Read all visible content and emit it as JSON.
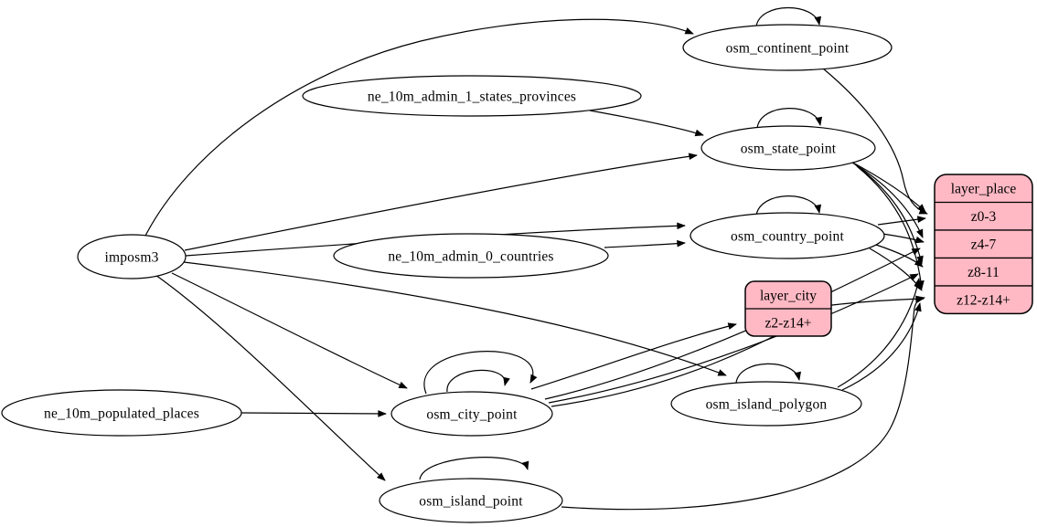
{
  "diagram": {
    "description": "ETL dependency graph for place layers",
    "colors": {
      "node_fill": "#ffffff",
      "node_stroke": "#000000",
      "edge_color": "#000000",
      "layer_fill": "#ffb9c4",
      "layer_stroke": "#000000"
    },
    "nodes": [
      {
        "id": "imposm3",
        "kind": "ellipse",
        "label": "imposm3"
      },
      {
        "id": "ne_10m_admin_1_states_provinces",
        "kind": "ellipse",
        "label": "ne_10m_admin_1_states_provinces"
      },
      {
        "id": "ne_10m_admin_0_countries",
        "kind": "ellipse",
        "label": "ne_10m_admin_0_countries"
      },
      {
        "id": "ne_10m_populated_places",
        "kind": "ellipse",
        "label": "ne_10m_populated_places"
      },
      {
        "id": "osm_continent_point",
        "kind": "ellipse",
        "label": "osm_continent_point"
      },
      {
        "id": "osm_state_point",
        "kind": "ellipse",
        "label": "osm_state_point"
      },
      {
        "id": "osm_country_point",
        "kind": "ellipse",
        "label": "osm_country_point"
      },
      {
        "id": "osm_city_point",
        "kind": "ellipse",
        "label": "osm_city_point"
      },
      {
        "id": "osm_island_polygon",
        "kind": "ellipse",
        "label": "osm_island_polygon"
      },
      {
        "id": "osm_island_point",
        "kind": "ellipse",
        "label": "osm_island_point"
      },
      {
        "id": "layer_city",
        "kind": "record",
        "title": "layer_city",
        "rows": [
          "z2-z14+"
        ]
      },
      {
        "id": "layer_place",
        "kind": "record",
        "title": "layer_place",
        "rows": [
          "z0-3",
          "z4-7",
          "z8-11",
          "z12-z14+"
        ]
      }
    ],
    "edges": [
      {
        "id": "e1",
        "from": "imposm3",
        "to": "osm_continent_point"
      },
      {
        "id": "e2",
        "from": "imposm3",
        "to": "osm_state_point"
      },
      {
        "id": "e3",
        "from": "ne_10m_admin_1_states_provinces",
        "to": "osm_state_point"
      },
      {
        "id": "e4",
        "from": "imposm3",
        "to": "osm_country_point"
      },
      {
        "id": "e5",
        "from": "ne_10m_admin_0_countries",
        "to": "osm_country_point"
      },
      {
        "id": "e6",
        "from": "imposm3",
        "to": "osm_city_point"
      },
      {
        "id": "e7",
        "from": "ne_10m_populated_places",
        "to": "osm_city_point"
      },
      {
        "id": "e8",
        "from": "imposm3",
        "to": "osm_island_polygon"
      },
      {
        "id": "e9",
        "from": "imposm3",
        "to": "osm_island_point"
      },
      {
        "id": "e10",
        "from": "osm_continent_point",
        "to": "osm_continent_point"
      },
      {
        "id": "e11",
        "from": "osm_state_point",
        "to": "osm_state_point"
      },
      {
        "id": "e12",
        "from": "osm_country_point",
        "to": "osm_country_point"
      },
      {
        "id": "e13",
        "from": "osm_city_point",
        "to": "osm_city_point"
      },
      {
        "id": "e14",
        "from": "osm_city_point",
        "to": "osm_city_point"
      },
      {
        "id": "e15",
        "from": "osm_island_polygon",
        "to": "osm_island_polygon"
      },
      {
        "id": "e16",
        "from": "osm_island_point",
        "to": "osm_island_point"
      },
      {
        "id": "e17",
        "from": "osm_continent_point",
        "to": "layer_place",
        "to_port": "z0-3"
      },
      {
        "id": "e18",
        "from": "osm_state_point",
        "to": "layer_place",
        "to_port": "z0-3"
      },
      {
        "id": "e19",
        "from": "osm_state_point",
        "to": "layer_place",
        "to_port": "z4-7"
      },
      {
        "id": "e20",
        "from": "osm_state_point",
        "to": "layer_place",
        "to_port": "z8-11"
      },
      {
        "id": "e21",
        "from": "osm_state_point",
        "to": "layer_place",
        "to_port": "z12-z14+"
      },
      {
        "id": "e22",
        "from": "osm_country_point",
        "to": "layer_place",
        "to_port": "z0-3"
      },
      {
        "id": "e23",
        "from": "osm_country_point",
        "to": "layer_place",
        "to_port": "z4-7"
      },
      {
        "id": "e24",
        "from": "osm_country_point",
        "to": "layer_place",
        "to_port": "z8-11"
      },
      {
        "id": "e25",
        "from": "osm_country_point",
        "to": "layer_place",
        "to_port": "z12-z14+"
      },
      {
        "id": "e26",
        "from": "osm_city_point",
        "to": "layer_place",
        "to_port": "z4-7"
      },
      {
        "id": "e27",
        "from": "osm_city_point",
        "to": "layer_place",
        "to_port": "z8-11"
      },
      {
        "id": "e28",
        "from": "osm_city_point",
        "to": "layer_place",
        "to_port": "z12-z14+"
      },
      {
        "id": "e29",
        "from": "osm_city_point",
        "to": "layer_city",
        "to_port": "z2-z14+"
      },
      {
        "id": "e30",
        "from": "osm_island_polygon",
        "to": "layer_place",
        "to_port": "z8-11"
      },
      {
        "id": "e31",
        "from": "osm_island_polygon",
        "to": "layer_place",
        "to_port": "z12-z14+"
      },
      {
        "id": "e32",
        "from": "osm_island_point",
        "to": "layer_place",
        "to_port": "z12-z14+"
      }
    ]
  }
}
